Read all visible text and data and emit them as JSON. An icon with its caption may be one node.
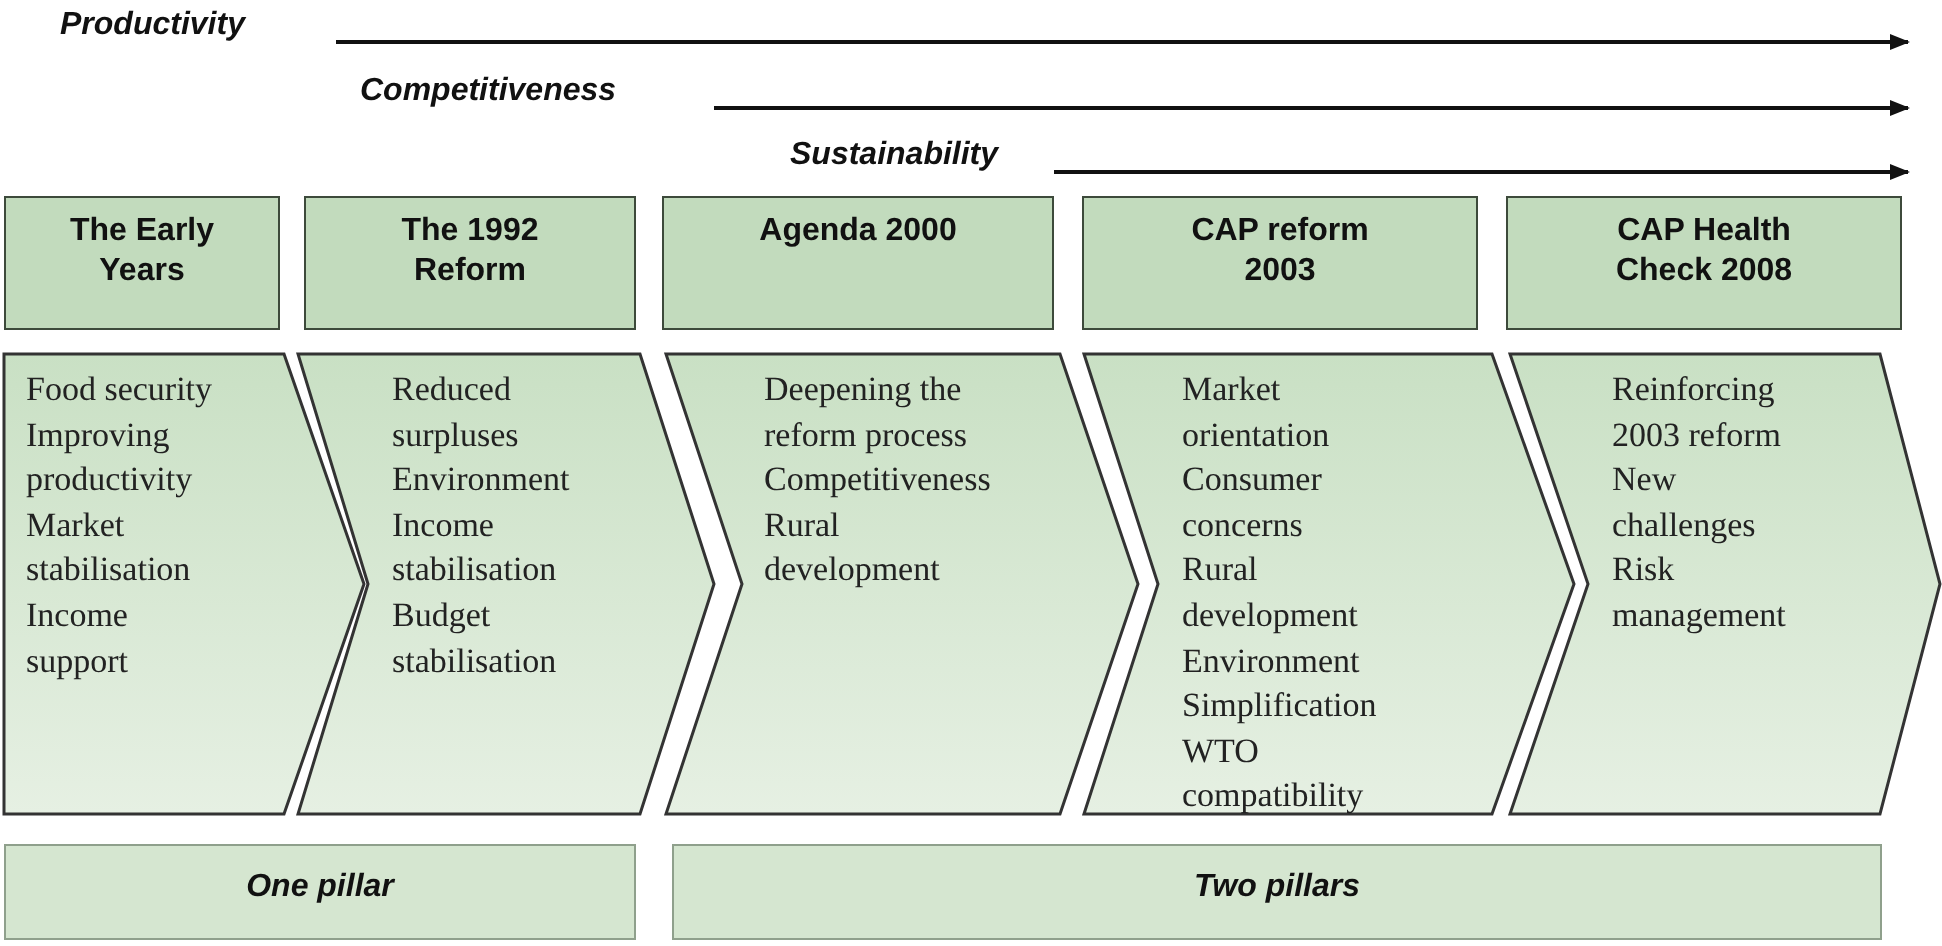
{
  "diagram": {
    "nodes": [
      {
        "text": [
          "The Early Years"
        ]
      },
      {
        "text": [
          "The 1992 Reform"
        ]
      },
      {
        "text": [
          "Agenda 2000"
        ]
      },
      {
        "text": [
          "CAP reform 2003"
        ]
      },
      {
        "text": [
          "CAP Health Check 2008"
        ]
      },
      {
        "text": [
          "Food security",
          "Improving productivity",
          "Market stabilisation",
          "Income support"
        ]
      },
      {
        "text": [
          "Reduced surpluses",
          "Environment",
          "Income stabilisation",
          "Budget stabilisation"
        ]
      },
      {
        "text": [
          "Deepening the reform process",
          "Competitiveness",
          "Rural development"
        ]
      },
      {
        "text": [
          "Market orientation",
          "Consumer concerns",
          "Rural development",
          "Environment",
          "Simplification",
          "WTO compatibility"
        ]
      },
      {
        "text": [
          "Reinforcing 2003 reform",
          "New challenges",
          "Risk management"
        ]
      },
      {
        "text": [
          "One pillar"
        ]
      },
      {
        "text": [
          "Two pillars"
        ]
      }
    ],
    "edges": [],
    "labels": [
      "Productivity",
      "Competitiveness",
      "Sustainability"
    ]
  }
}
